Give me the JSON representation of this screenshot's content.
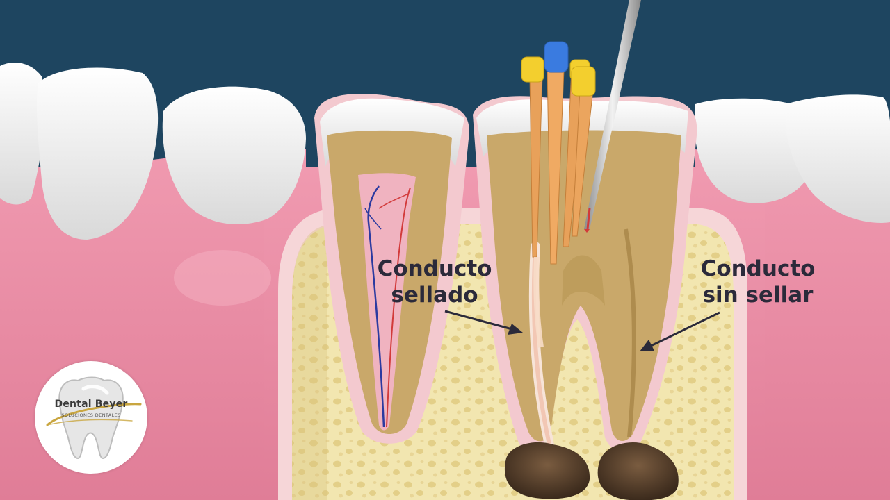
{
  "diagram": {
    "labels": {
      "sealed_line1": "Conducto",
      "sealed_line2": "sellado",
      "unsealed_line1": "Conducto",
      "unsealed_line2": "sin sellar"
    }
  },
  "logo": {
    "brand": "Dental Beyer",
    "tagline": "SOLUCIONES DENTALES"
  },
  "colors": {
    "background": "#1e4560",
    "gum": "#e98aa2",
    "bone": "#f2e6b0",
    "dentin": "#c9a86a",
    "enamel": "#f6f6f6",
    "gutta_percha": "#e8a15a",
    "cap_yellow": "#f3cf2e",
    "cap_blue": "#3a7be0",
    "label_text": "#2b2a3a"
  }
}
